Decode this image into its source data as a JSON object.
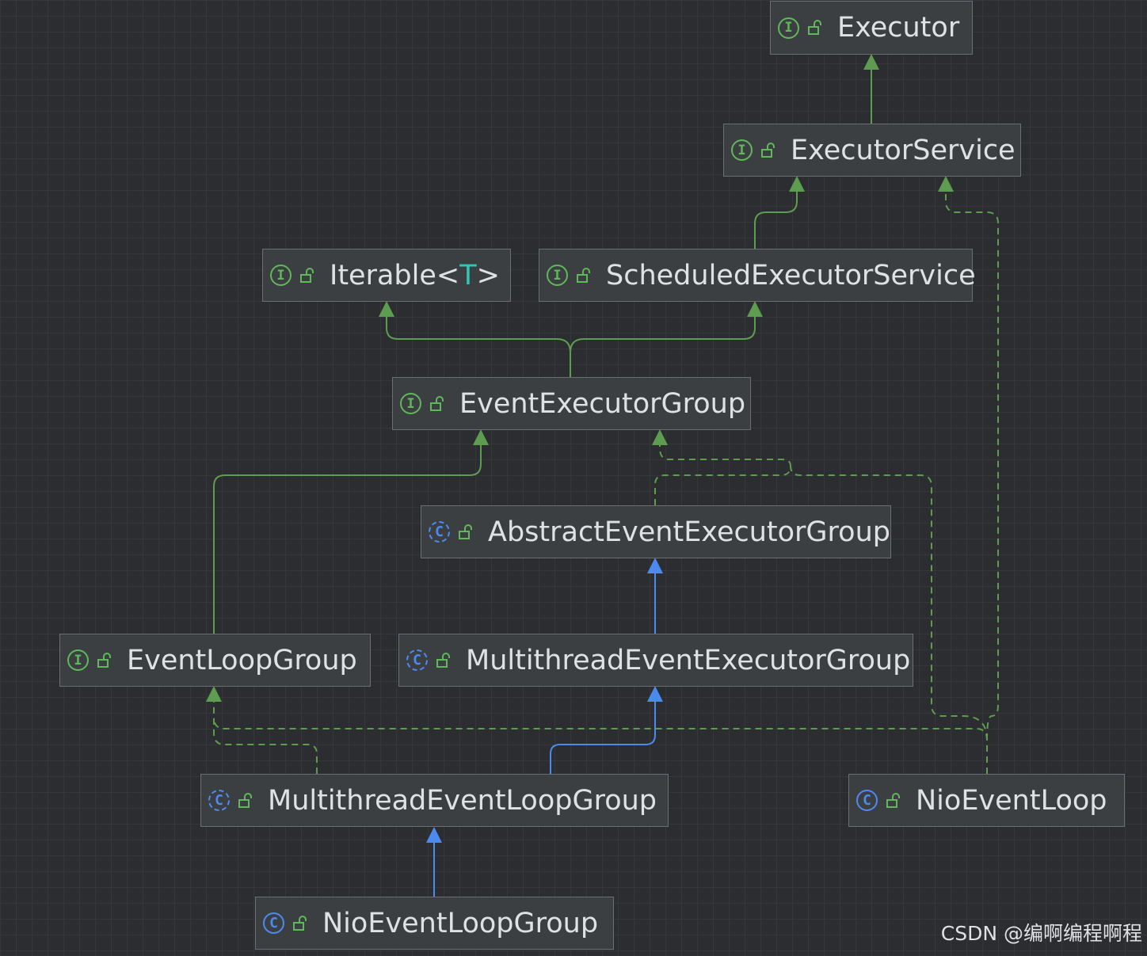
{
  "diagram": {
    "nodes": [
      {
        "id": "executor",
        "kind": "interface",
        "name": "Executor"
      },
      {
        "id": "executor-service",
        "kind": "interface",
        "name": "ExecutorService"
      },
      {
        "id": "iterable",
        "kind": "interface",
        "name": "Iterable",
        "generic_param": "T"
      },
      {
        "id": "scheduled-executor-service",
        "kind": "interface",
        "name": "ScheduledExecutorService"
      },
      {
        "id": "event-executor-group",
        "kind": "interface",
        "name": "EventExecutorGroup"
      },
      {
        "id": "abstract-event-executor-group",
        "kind": "abstract-class",
        "name": "AbstractEventExecutorGroup"
      },
      {
        "id": "event-loop-group",
        "kind": "interface",
        "name": "EventLoopGroup"
      },
      {
        "id": "multithread-event-executor-group",
        "kind": "abstract-class",
        "name": "MultithreadEventExecutorGroup"
      },
      {
        "id": "multithread-event-loop-group",
        "kind": "abstract-class",
        "name": "MultithreadEventLoopGroup"
      },
      {
        "id": "nio-event-loop",
        "kind": "final-class",
        "name": "NioEventLoop"
      },
      {
        "id": "nio-event-loop-group",
        "kind": "class",
        "name": "NioEventLoopGroup"
      }
    ],
    "edges": [
      {
        "from": "executor-service",
        "to": "executor",
        "type": "extends"
      },
      {
        "from": "scheduled-executor-service",
        "to": "executor-service",
        "type": "extends"
      },
      {
        "from": "event-executor-group",
        "to": "iterable",
        "type": "extends"
      },
      {
        "from": "event-executor-group",
        "to": "scheduled-executor-service",
        "type": "extends"
      },
      {
        "from": "event-loop-group",
        "to": "event-executor-group",
        "type": "extends"
      },
      {
        "from": "abstract-event-executor-group",
        "to": "event-executor-group",
        "type": "implements"
      },
      {
        "from": "multithread-event-executor-group",
        "to": "abstract-event-executor-group",
        "type": "class-extends"
      },
      {
        "from": "multithread-event-loop-group",
        "to": "multithread-event-executor-group",
        "type": "class-extends"
      },
      {
        "from": "multithread-event-loop-group",
        "to": "event-loop-group",
        "type": "implements"
      },
      {
        "from": "nio-event-loop-group",
        "to": "multithread-event-loop-group",
        "type": "class-extends"
      },
      {
        "from": "nio-event-loop",
        "to": "event-loop-group",
        "type": "implements"
      },
      {
        "from": "nio-event-loop",
        "to": "event-executor-group",
        "type": "implements"
      },
      {
        "from": "nio-event-loop",
        "to": "executor-service",
        "type": "implements"
      }
    ],
    "icon_glyphs": {
      "interface": "I",
      "class": "C"
    },
    "colors": {
      "background": "#2b2d30",
      "node_fill": "#3c3f41",
      "interface_icon": "#5fb85a",
      "class_icon": "#4d8af0",
      "extends_edge": "#5e9c4f",
      "class_extends_edge": "#4d8af0",
      "implements_edge": "#5e9c4f",
      "generic_param": "#2fc7b6"
    }
  },
  "watermark": "CSDN @编啊编程啊程"
}
